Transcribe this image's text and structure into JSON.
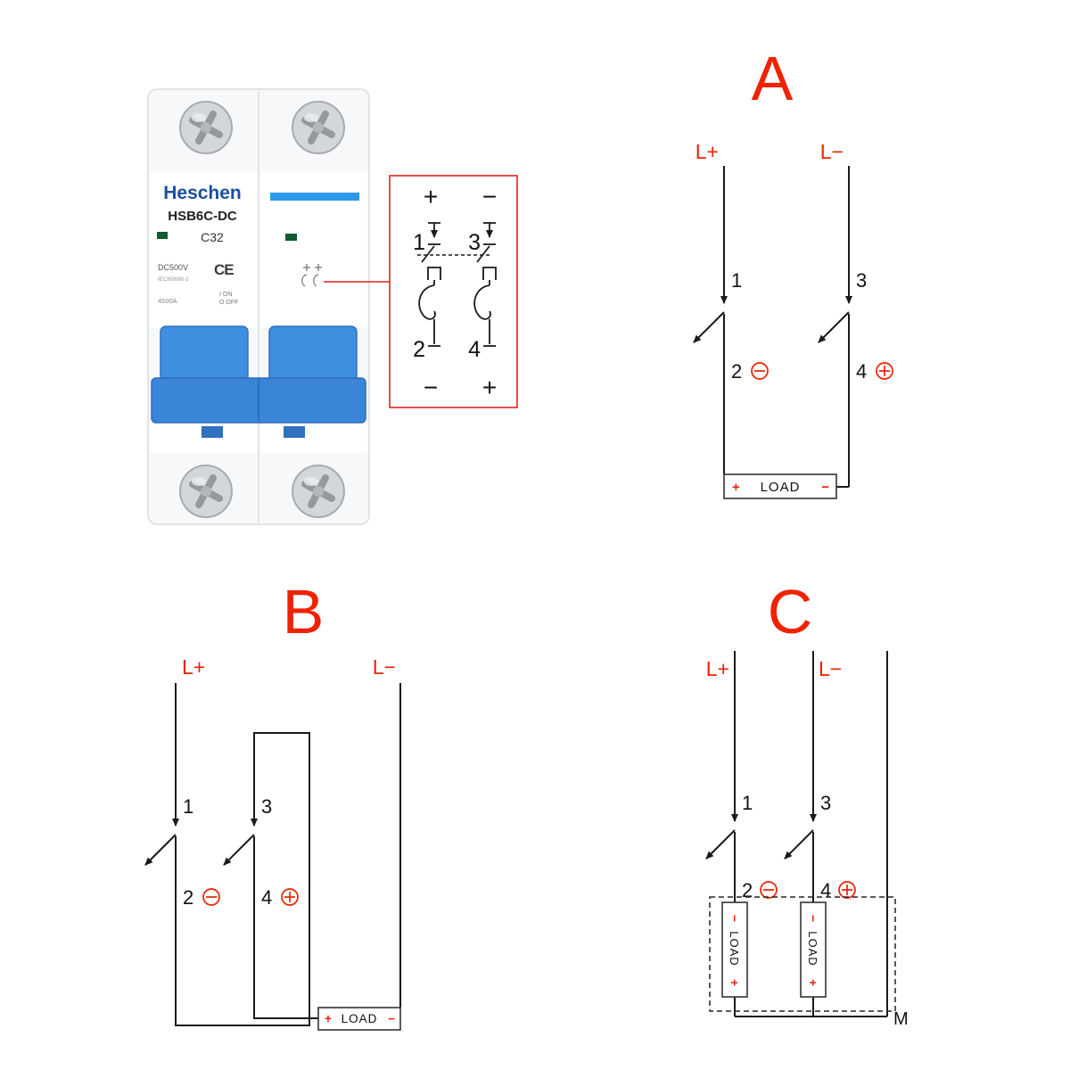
{
  "colors": {
    "accent_red": "#ee2200",
    "schematic_red": "#dd2222",
    "brand_blue": "#1b4fa0",
    "handle_blue": "#3f8fe0",
    "wire_black": "#1a1a1a",
    "led_green": "#0e5c2f"
  },
  "product": {
    "brand": "Heschen",
    "model": "HSB6C-DC",
    "rating": "C32",
    "voltage": "DC500V",
    "standard": "IEC60898-2",
    "breaking_capacity": "4500A",
    "ce_mark": "CE",
    "on_label": "I ON",
    "off_label": "O OFF"
  },
  "schematic": {
    "top_plus": "+",
    "top_minus": "−",
    "t1": "1",
    "t3": "3",
    "t2": "2",
    "t4": "4",
    "bottom_minus": "−",
    "bottom_plus": "+"
  },
  "diagram_a": {
    "title": "A",
    "l_plus": "L+",
    "l_minus": "L−",
    "t1": "1",
    "t2": "2",
    "t3": "3",
    "t4": "4",
    "load_plus": "+",
    "load_label": "LOAD",
    "load_minus": "−"
  },
  "diagram_b": {
    "title": "B",
    "l_plus": "L+",
    "l_minus": "L−",
    "t1": "1",
    "t2": "2",
    "t3": "3",
    "t4": "4",
    "load_plus": "+",
    "load_label": "LOAD",
    "load_minus": "−"
  },
  "diagram_c": {
    "title": "C",
    "l_plus": "L+",
    "l_minus": "L−",
    "t1": "1",
    "t2": "2",
    "t3": "3",
    "t4": "4",
    "m_label": "M",
    "load_left": {
      "top_sign": "−",
      "label": "LOAD",
      "bottom_sign": "+"
    },
    "load_right": {
      "top_sign": "−",
      "label": "LOAD",
      "bottom_sign": "+"
    }
  }
}
